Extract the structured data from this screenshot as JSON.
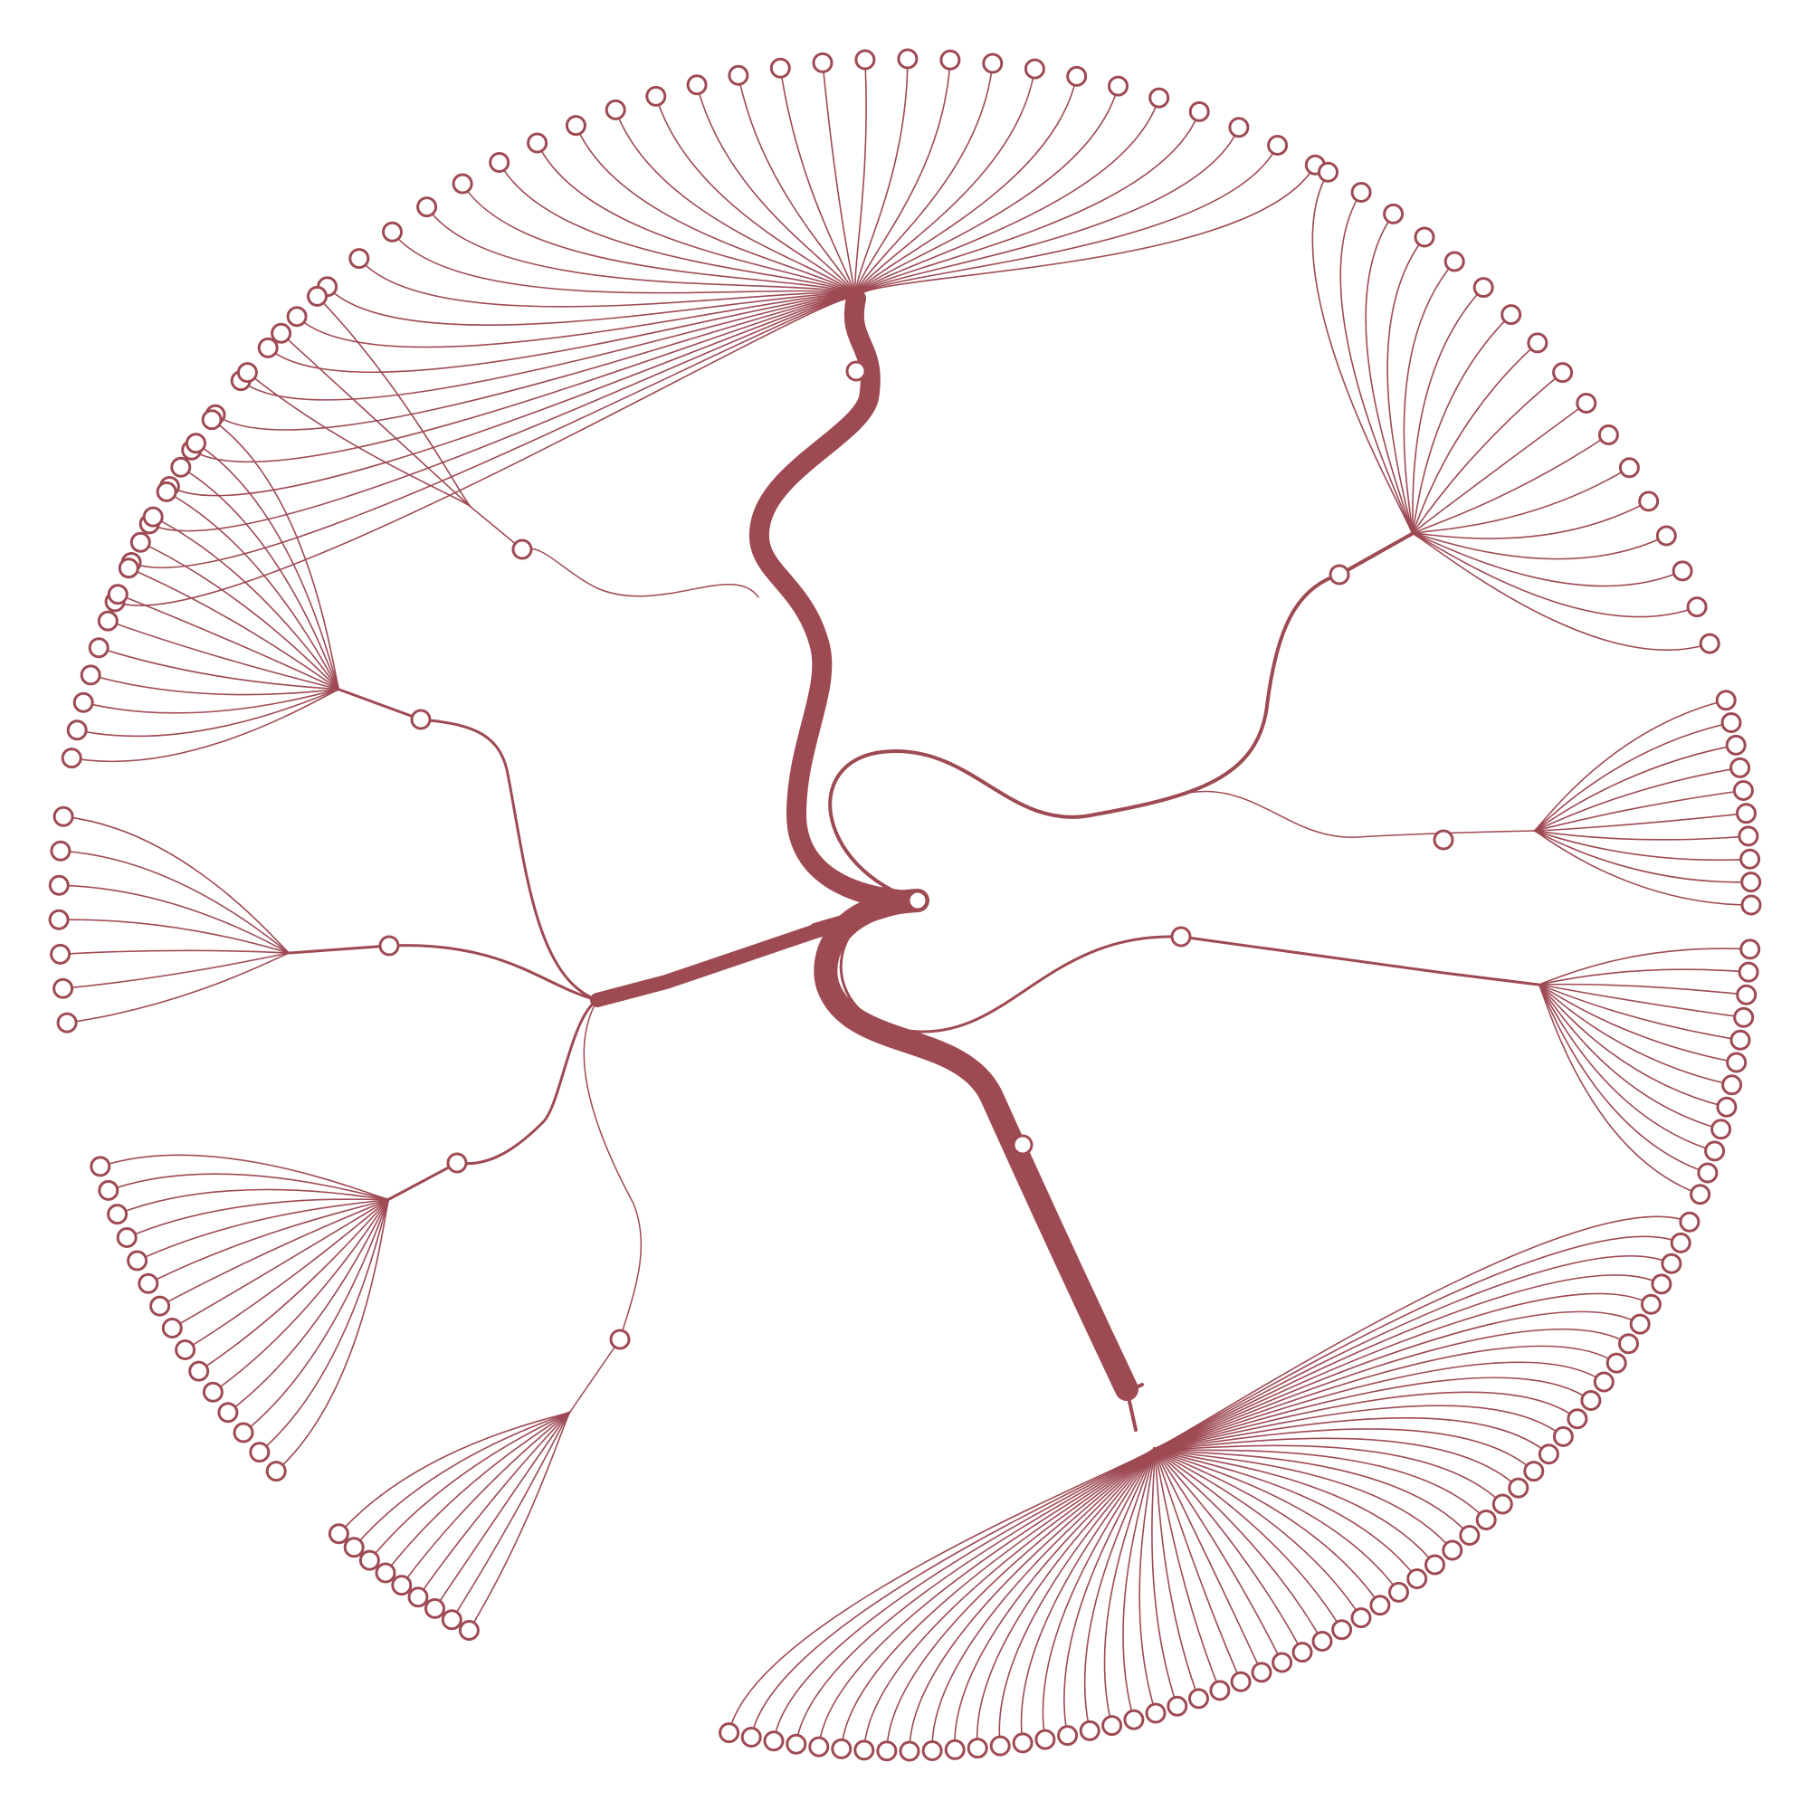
{
  "diagram": {
    "type": "radial-tree",
    "color": "#9e4a53",
    "root": "center",
    "hubs": [
      {
        "id": "top",
        "leaves": 35
      },
      {
        "id": "upper-right",
        "leaves": 17
      },
      {
        "id": "right-1",
        "leaves": 10
      },
      {
        "id": "right-2",
        "leaves": 12
      },
      {
        "id": "bottom",
        "leaves": 53
      },
      {
        "id": "lower-left-1",
        "leaves": 9
      },
      {
        "id": "left-3",
        "leaves": 15
      },
      {
        "id": "left-2",
        "leaves": 7
      },
      {
        "id": "left-1",
        "leaves": 14
      },
      {
        "id": "upper-left",
        "leaves": 3
      }
    ]
  }
}
